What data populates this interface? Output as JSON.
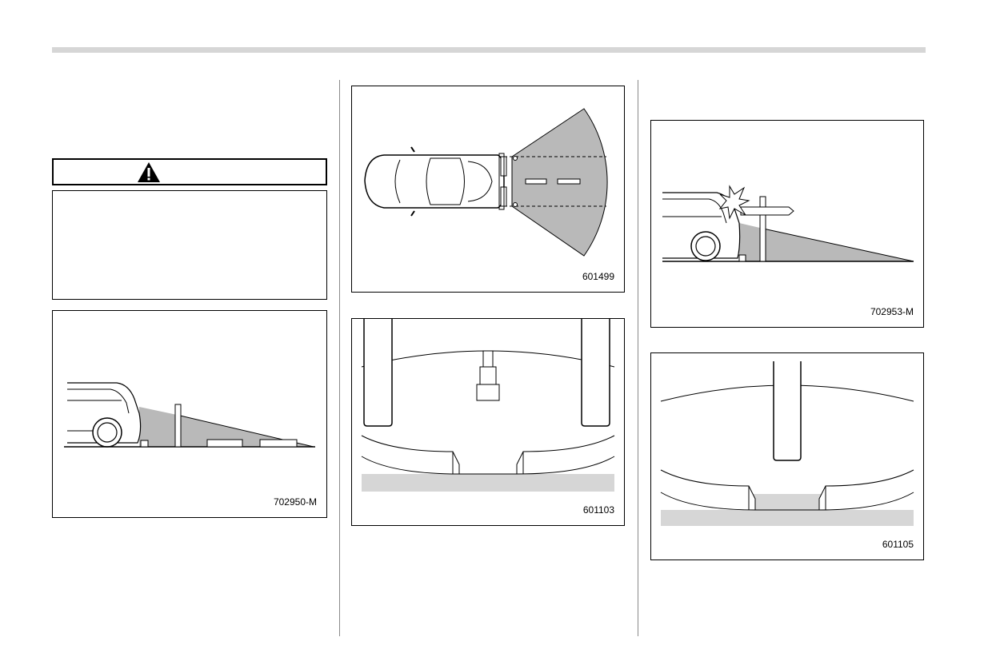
{
  "figures": {
    "fig1": {
      "code": "702950-M",
      "icon": "car-rear-sensor-low-obstacles"
    },
    "fig2": {
      "code": "601499",
      "icon": "car-top-view-camera-range"
    },
    "fig3": {
      "code": "601103",
      "icon": "rear-camera-view-pillars"
    },
    "fig4": {
      "code": "702953-M",
      "icon": "car-rear-signpost-collision"
    },
    "fig5": {
      "code": "601105",
      "icon": "rear-camera-view-pole"
    }
  },
  "warning": {
    "icon": "warning-triangle-icon"
  }
}
